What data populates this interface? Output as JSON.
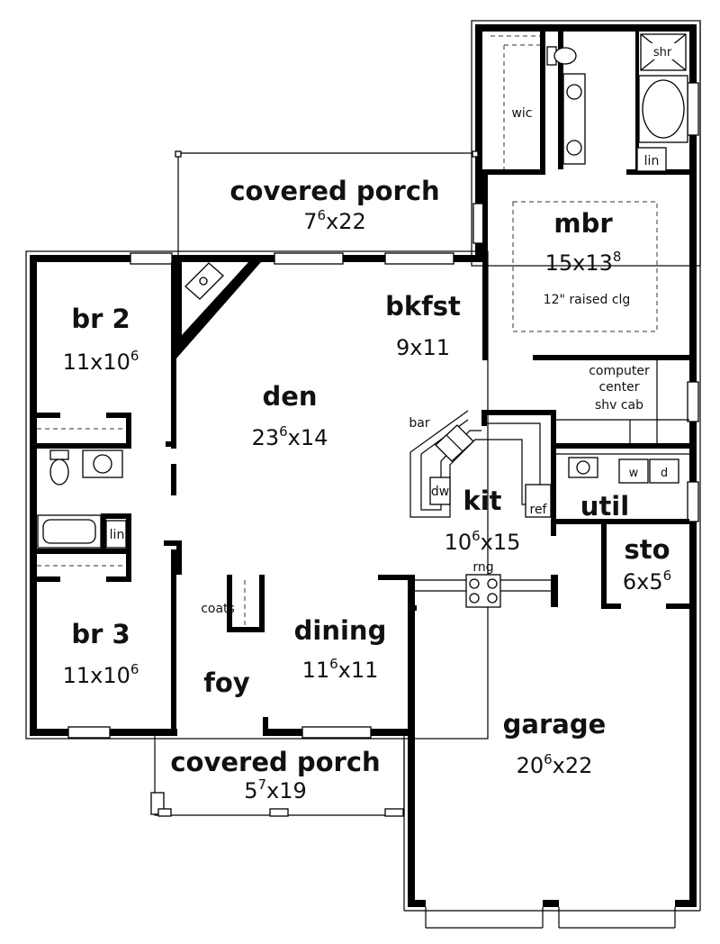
{
  "rooms": {
    "porch_top": {
      "name": "covered porch",
      "dim_a": "7",
      "dim_sup": "6",
      "dim_b": "x22"
    },
    "mbr": {
      "name": "mbr",
      "dim_a": "15x13",
      "dim_sup": "8",
      "dim_b": "",
      "note": "12\" raised clg"
    },
    "br2": {
      "name": "br 2",
      "dim_a": "11x10",
      "dim_sup": "6",
      "dim_b": ""
    },
    "bkfst": {
      "name": "bkfst",
      "dim_a": "9x11",
      "dim_sup": "",
      "dim_b": ""
    },
    "den": {
      "name": "den",
      "dim_a": "23",
      "dim_sup": "6",
      "dim_b": "x14"
    },
    "kit": {
      "name": "kit",
      "dim_a": "10",
      "dim_sup": "6",
      "dim_b": "x15"
    },
    "util": {
      "name": "util"
    },
    "sto": {
      "name": "sto",
      "dim_a": "6x5",
      "dim_sup": "6",
      "dim_b": ""
    },
    "br3": {
      "name": "br 3",
      "dim_a": "11x10",
      "dim_sup": "6",
      "dim_b": ""
    },
    "dining": {
      "name": "dining",
      "dim_a": "11",
      "dim_sup": "6",
      "dim_b": "x11"
    },
    "foy": {
      "name": "foy"
    },
    "garage": {
      "name": "garage",
      "dim_a": "20",
      "dim_sup": "6",
      "dim_b": "x22"
    },
    "porch_bottom": {
      "name": "covered porch",
      "dim_a": "5",
      "dim_sup": "7",
      "dim_b": "x19"
    }
  },
  "labels": {
    "wic": "wic",
    "shr": "shr",
    "lin_master": "lin",
    "lin_hall": "lin",
    "computer_1": "computer",
    "computer_2": "center",
    "computer_3": "shv cab",
    "bar": "bar",
    "dw": "dw",
    "ref": "ref",
    "rng": "rng",
    "w": "w",
    "d": "d",
    "coats": "coats"
  },
  "icons": [
    "toilet-icon",
    "sink-icon",
    "bathtub-icon",
    "shower-icon",
    "fireplace-icon",
    "range-icon",
    "washer-icon",
    "dryer-icon"
  ]
}
